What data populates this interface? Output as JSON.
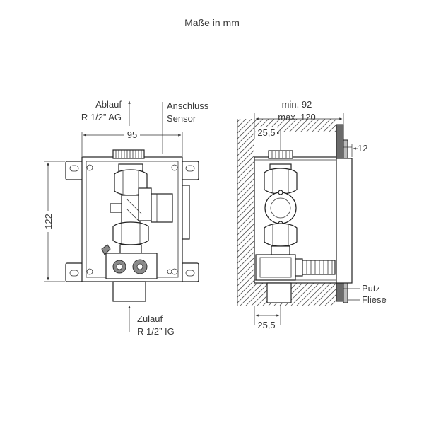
{
  "title": "Maße in mm",
  "front": {
    "outlet_label": "Ablauf",
    "outlet_thread": "R 1/2” AG",
    "sensor_label": "Anschluss",
    "sensor_label2": "Sensor",
    "dim_width": "95",
    "dim_height": "122",
    "inlet_label": "Zulauf",
    "inlet_thread": "R 1/2” IG"
  },
  "side": {
    "dim_min": "min. 92",
    "dim_max": "max. 120",
    "dim_top": "25,5",
    "dim_bottom": "25,5",
    "dim_right": "12",
    "label_putz": "Putz",
    "label_fliese": "Fliese"
  }
}
